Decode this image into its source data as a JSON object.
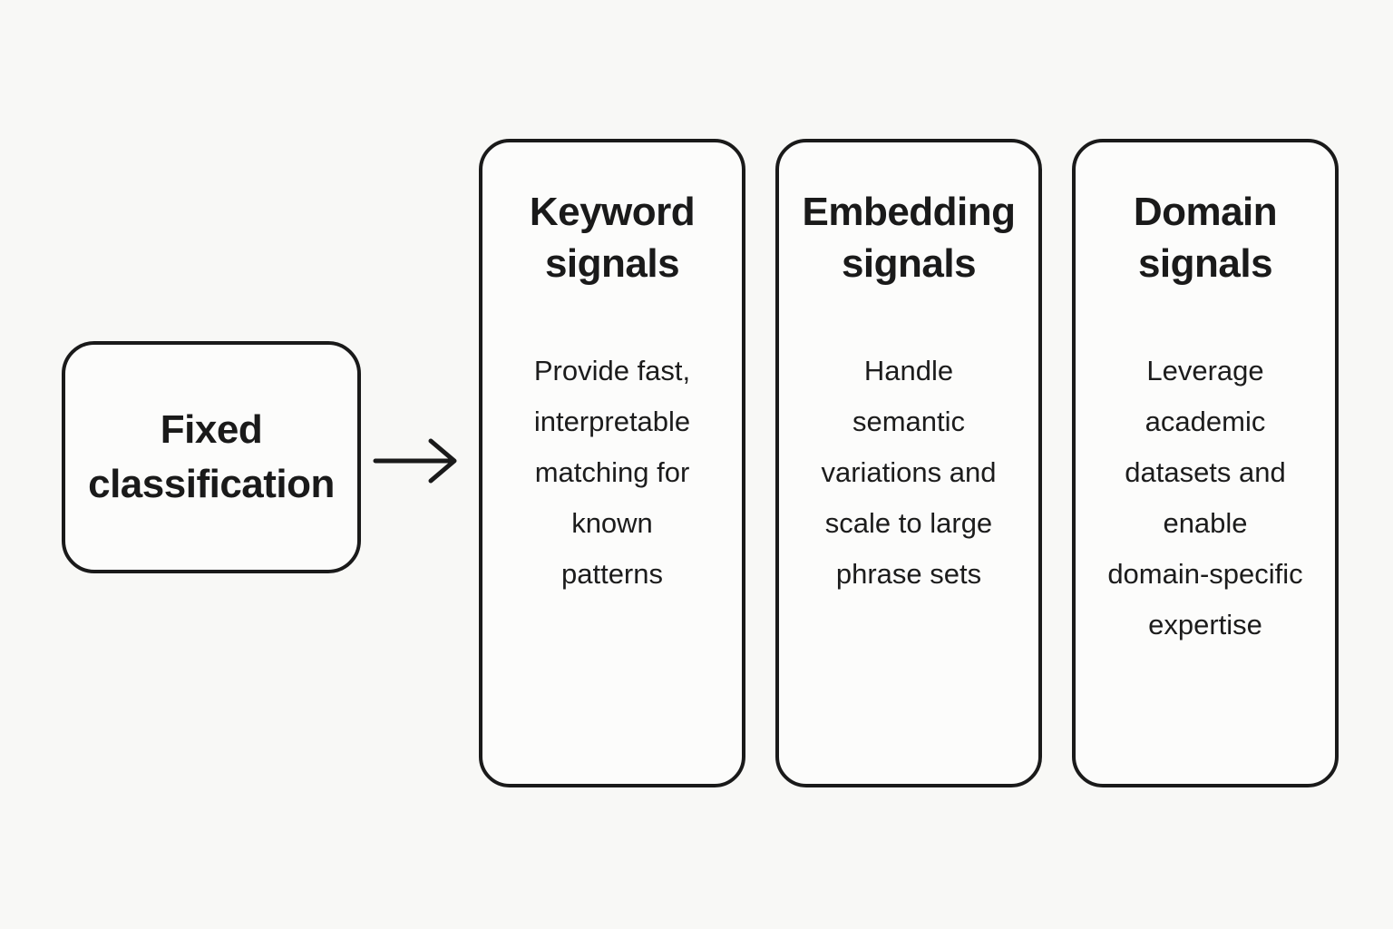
{
  "diagram": {
    "source_node": {
      "label": "Fixed\nclassification"
    },
    "arrow": {
      "direction": "right"
    },
    "cards": [
      {
        "title": "Keyword\nsignals",
        "body": "Provide fast,\ninterpretable\nmatching for\nknown\npatterns"
      },
      {
        "title": "Embedding\nsignals",
        "body": "Handle\nsemantic\nvariations and\nscale to large\nphrase sets"
      },
      {
        "title": "Domain\nsignals",
        "body": "Leverage\nacademic\ndatasets and\nenable\ndomain-specific\nexpertise"
      }
    ],
    "colors": {
      "background": "#f8f8f6",
      "card_fill": "#fcfcfb",
      "stroke": "#1a1a1a",
      "text": "#1a1a1a"
    }
  }
}
